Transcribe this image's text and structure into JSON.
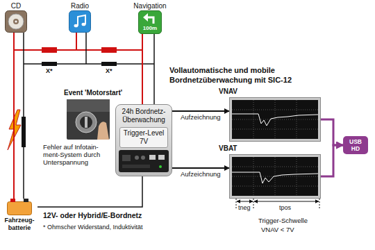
{
  "diagram": {
    "title": "Vollautomatische und mobile Bordnetzüberwachung mit SIC-12",
    "nodes": [
      {
        "text": [
          "CD"
        ]
      },
      {
        "text": [
          "Radio"
        ]
      },
      {
        "text": [
          "Navigation",
          "100m"
        ]
      },
      {
        "text": [
          "24h Bordnetz- Überwachung",
          "Trigger-Level 7V"
        ]
      },
      {
        "text": [
          "VNAV"
        ]
      },
      {
        "text": [
          "VBAT"
        ]
      },
      {
        "text": [
          "USB HD"
        ]
      },
      {
        "text": [
          "Fahrzeug- batterie"
        ]
      }
    ],
    "edges": [
      {
        "from": 2,
        "to": 3,
        "arrow": "none"
      },
      {
        "from": 0,
        "to": 7,
        "arrow": "none"
      },
      {
        "from": 7,
        "to": 3,
        "arrow": "none"
      },
      {
        "from": 3,
        "to": 4,
        "label": "Aufzeichnung",
        "arrow": "to"
      },
      {
        "from": 3,
        "to": 5,
        "label": "Aufzeichnung",
        "arrow": "to"
      },
      {
        "from": 4,
        "to": 6,
        "arrow": "to"
      },
      {
        "from": 5,
        "to": 6,
        "arrow": "to"
      }
    ],
    "labels": [
      "X*",
      "X*",
      "Event 'Motorstart'",
      "Fehler auf Infotain- ment-System durch Unterspannung",
      "12V- oder Hybrid/E-Bordnetz",
      "* Ohmscher Widerstand, Induktivität",
      "tneg",
      "tpos",
      "Trigger-Schwelle",
      "VNAV < 7V"
    ]
  }
}
